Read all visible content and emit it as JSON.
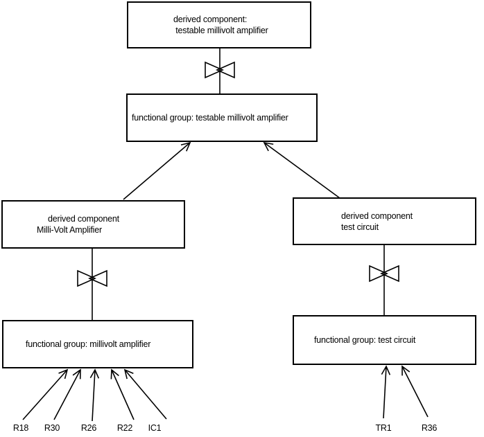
{
  "colors": {
    "ink": "#000000",
    "background": "#ffffff"
  },
  "nodes": {
    "top_derived": {
      "line1": "derived component:",
      "line2": " testable millivolt amplifier"
    },
    "top_functional": {
      "label": "functional group: testable millivolt amplifier"
    },
    "left_derived": {
      "line1": "derived component",
      "line2": "Milli-Volt Amplifier"
    },
    "left_functional": {
      "label": "functional group: millivolt amplifier"
    },
    "right_derived": {
      "line1": "derived component",
      "line2": "test circuit"
    },
    "right_functional": {
      "label": "functional group: test circuit"
    }
  },
  "component_labels": {
    "left": [
      "R18",
      "R30",
      "R26",
      "R22",
      "IC1"
    ],
    "right": [
      "TR1",
      "R36"
    ]
  }
}
